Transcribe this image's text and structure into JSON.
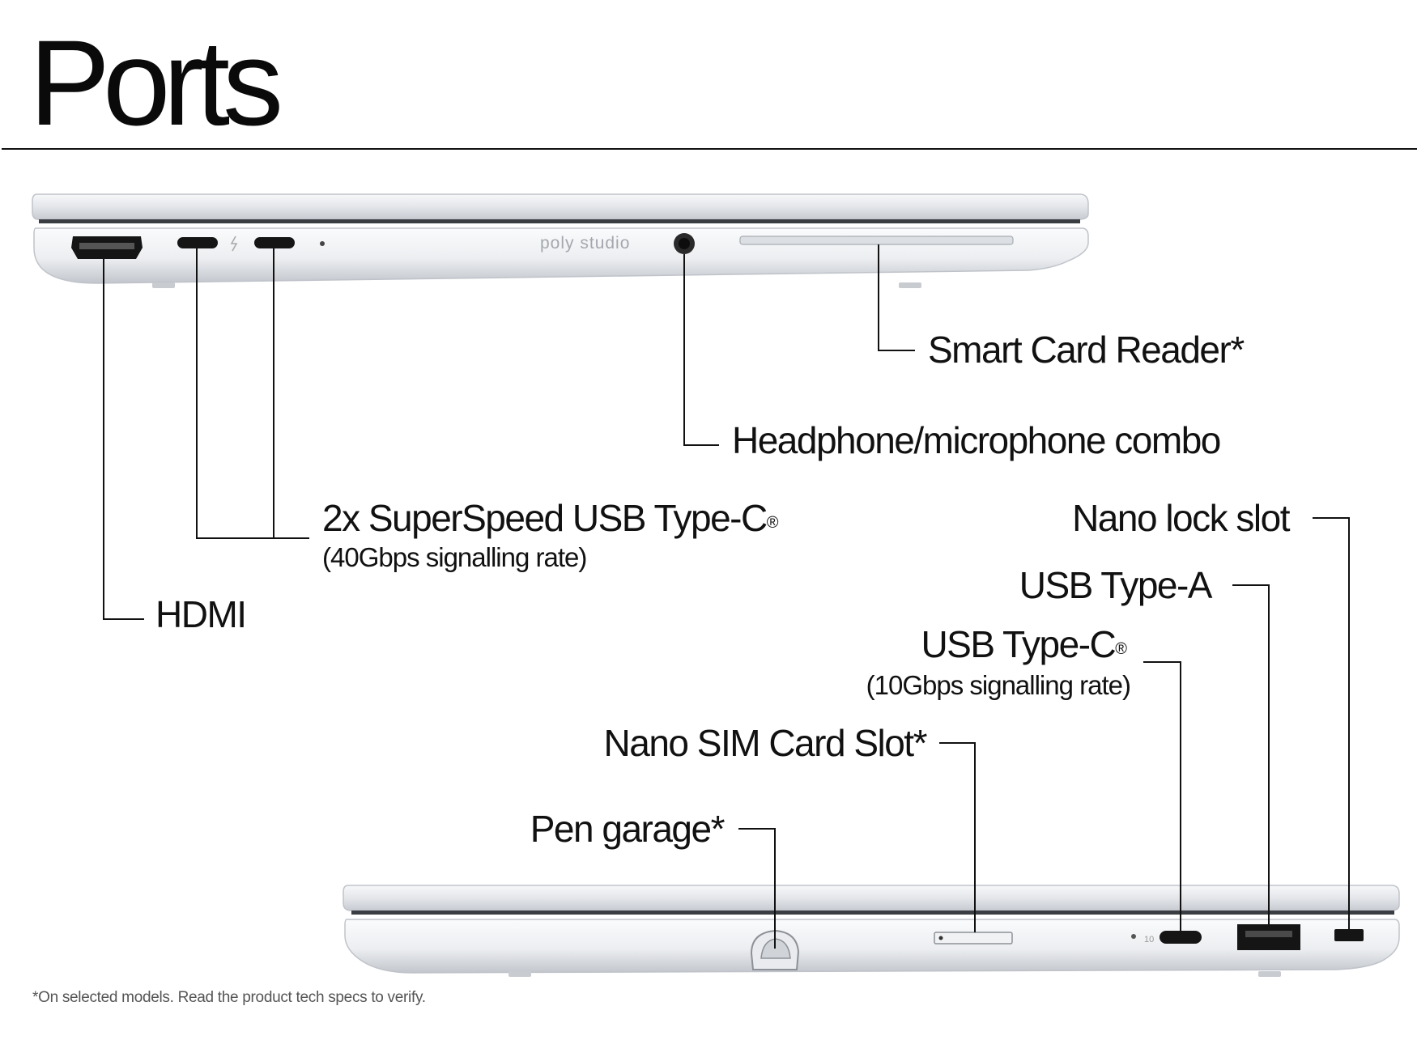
{
  "title": "Ports",
  "footnote": "*On selected models. Read the product tech specs to verify.",
  "brand_marking": "poly studio",
  "colors": {
    "text": "#111111",
    "leader_line": "#111111",
    "chassis_light": "#f4f5f7",
    "chassis_mid": "#d9dce1",
    "chassis_dark": "#b9bdc4",
    "port_black": "#151515"
  },
  "left_side_labels": {
    "smart_card_reader": "Smart Card Reader*",
    "headphone_combo": "Headphone/microphone combo",
    "usb_c_dual": "2x SuperSpeed USB Type-C",
    "usb_c_dual_note": "(40Gbps signalling rate)",
    "hdmi": "HDMI"
  },
  "right_side_labels": {
    "nano_lock": "Nano lock slot",
    "usb_a": "USB Type-A",
    "usb_c": "USB Type-C",
    "usb_c_note": "(10Gbps signalling rate)",
    "nano_sim": "Nano SIM Card Slot*",
    "pen_garage": "Pen garage*"
  },
  "registered_mark": "®"
}
